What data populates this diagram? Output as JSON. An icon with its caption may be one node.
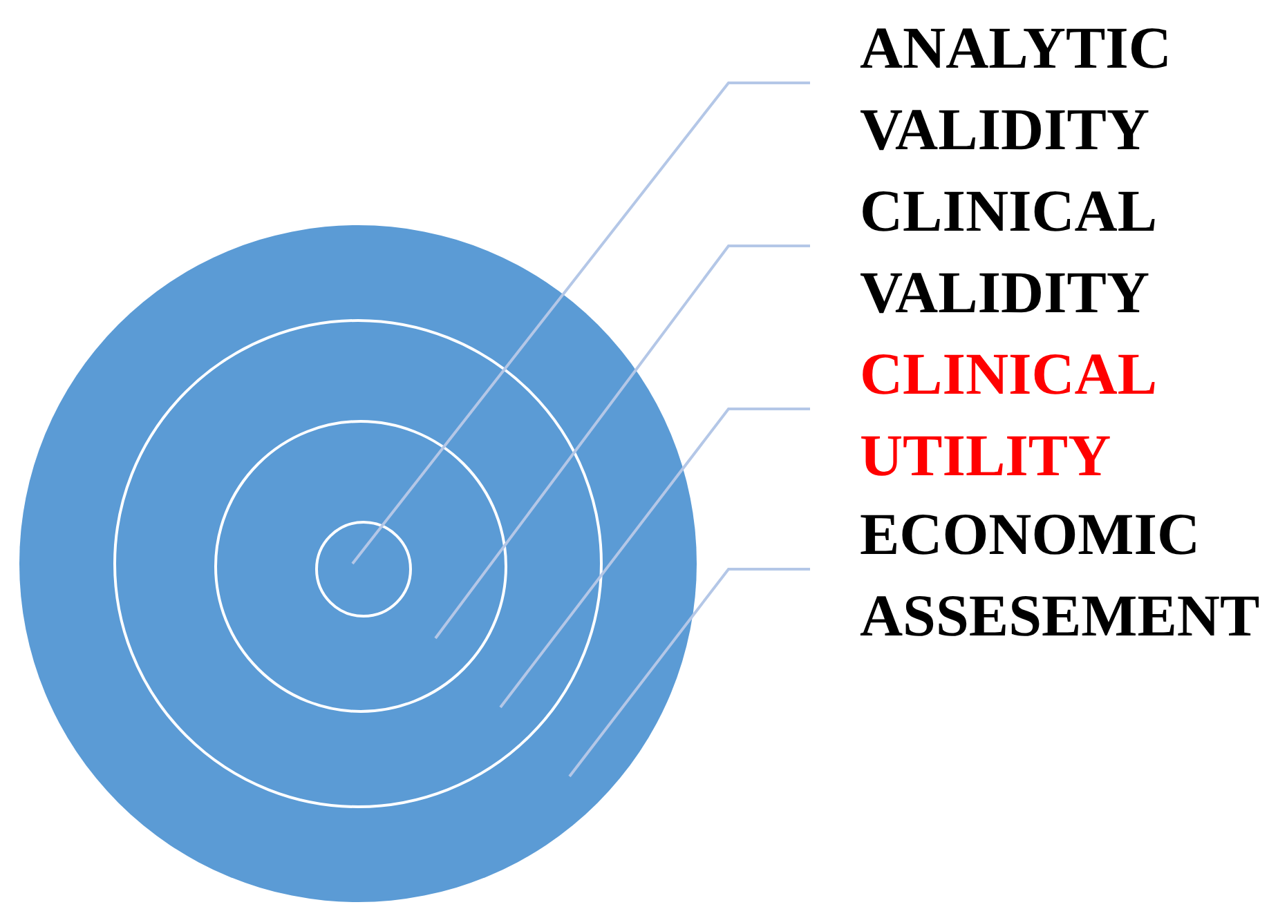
{
  "diagram": {
    "nodes": [
      {
        "text": [],
        "shape": "circle"
      },
      {
        "text": [],
        "shape": "circle",
        "in": 0
      },
      {
        "text": [],
        "shape": "circle",
        "in": 1
      },
      {
        "text": [],
        "shape": "circle",
        "in": 2
      },
      {
        "text": [
          "ANALYTIC VALIDITY"
        ]
      },
      {
        "text": [
          "CLINICAL VALIDITY"
        ]
      },
      {
        "text": [
          "CLINICAL UTILITY"
        ]
      },
      {
        "text": [
          "ECONOMIC ASSESEMENT"
        ]
      }
    ],
    "edges": [
      {
        "from": 4,
        "to": 3,
        "arrow": "none"
      },
      {
        "from": 5,
        "to": 2,
        "arrow": "none"
      },
      {
        "from": 6,
        "to": 1,
        "arrow": "none"
      },
      {
        "from": 7,
        "to": 0,
        "arrow": "none"
      }
    ]
  }
}
